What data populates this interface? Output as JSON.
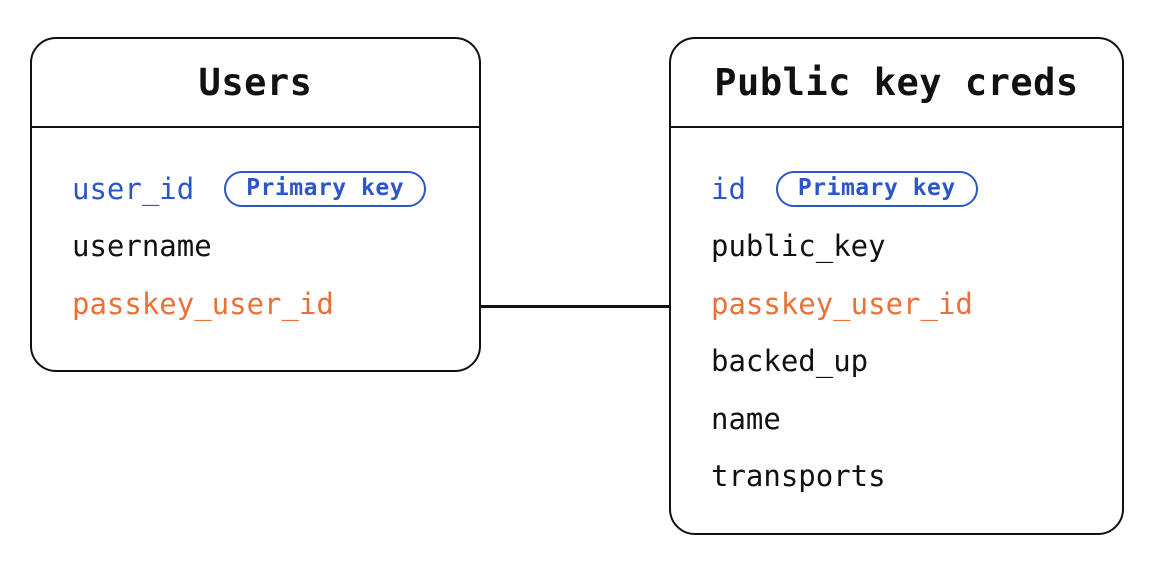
{
  "diagram": {
    "colors": {
      "primary_key_blue": "#2c55cb",
      "foreign_key_orange": "#ea7037",
      "line_black": "#111111",
      "background": "#ffffff"
    },
    "tables": [
      {
        "title": "Users",
        "fields": [
          {
            "name": "user_id",
            "role": "primary-key",
            "badge": "Primary key"
          },
          {
            "name": "username",
            "role": "column"
          },
          {
            "name": "passkey_user_id",
            "role": "foreign-key"
          }
        ]
      },
      {
        "title": "Public key creds",
        "fields": [
          {
            "name": "id",
            "role": "primary-key",
            "badge": "Primary key"
          },
          {
            "name": "public_key",
            "role": "column"
          },
          {
            "name": "passkey_user_id",
            "role": "foreign-key"
          },
          {
            "name": "backed_up",
            "role": "column"
          },
          {
            "name": "name",
            "role": "column"
          },
          {
            "name": "transports",
            "role": "column"
          }
        ]
      }
    ],
    "relationship": {
      "type": "line",
      "from": "Users.passkey_user_id",
      "to": "Public key creds.passkey_user_id"
    }
  }
}
